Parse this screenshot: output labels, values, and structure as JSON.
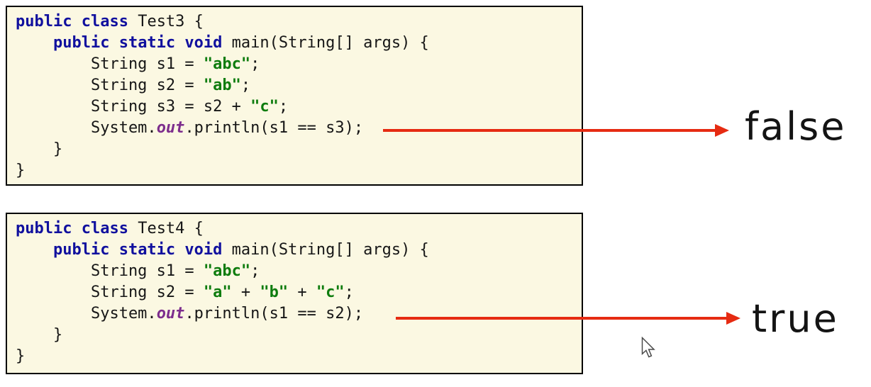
{
  "page": {
    "background": "#ffffff"
  },
  "colors": {
    "box_bg": "#fbf8e2",
    "box_border": "#000000",
    "token_plain": "#161616",
    "token_keyword": "#10109e",
    "token_string": "#0e7c0e",
    "token_field": "#7d2e8d",
    "arrow": "#e62b12",
    "result_text": "#141414"
  },
  "blocks": [
    {
      "class_name": "Test3",
      "result": "false",
      "lines": [
        [
          {
            "t": "public class",
            "s": "k"
          },
          {
            "t": " Test3 {",
            "s": "p"
          }
        ],
        [
          {
            "t": "    ",
            "s": "p"
          },
          {
            "t": "public static void",
            "s": "k"
          },
          {
            "t": " main(String[] args) {",
            "s": "p"
          }
        ],
        [
          {
            "t": "        String s1 = ",
            "s": "p"
          },
          {
            "t": "\"abc\"",
            "s": "s"
          },
          {
            "t": ";",
            "s": "p"
          }
        ],
        [
          {
            "t": "        String s2 = ",
            "s": "p"
          },
          {
            "t": "\"ab\"",
            "s": "s"
          },
          {
            "t": ";",
            "s": "p"
          }
        ],
        [
          {
            "t": "        String s3 = s2 + ",
            "s": "p"
          },
          {
            "t": "\"c\"",
            "s": "s"
          },
          {
            "t": ";",
            "s": "p"
          }
        ],
        [
          {
            "t": "        System.",
            "s": "p"
          },
          {
            "t": "out",
            "s": "f"
          },
          {
            "t": ".println(s1 == s3);",
            "s": "p"
          }
        ],
        [
          {
            "t": "    }",
            "s": "p"
          }
        ],
        [
          {
            "t": "}",
            "s": "p"
          }
        ]
      ]
    },
    {
      "class_name": "Test4",
      "result": "true",
      "lines": [
        [
          {
            "t": "public class",
            "s": "k"
          },
          {
            "t": " Test4 {",
            "s": "p"
          }
        ],
        [
          {
            "t": "    ",
            "s": "p"
          },
          {
            "t": "public static void",
            "s": "k"
          },
          {
            "t": " main(String[] args) {",
            "s": "p"
          }
        ],
        [
          {
            "t": "        String s1 = ",
            "s": "p"
          },
          {
            "t": "\"abc\"",
            "s": "s"
          },
          {
            "t": ";",
            "s": "p"
          }
        ],
        [
          {
            "t": "        String s2 = ",
            "s": "p"
          },
          {
            "t": "\"a\"",
            "s": "s"
          },
          {
            "t": " + ",
            "s": "p"
          },
          {
            "t": "\"b\"",
            "s": "s"
          },
          {
            "t": " + ",
            "s": "p"
          },
          {
            "t": "\"c\"",
            "s": "s"
          },
          {
            "t": ";",
            "s": "p"
          }
        ],
        [
          {
            "t": "        System.",
            "s": "p"
          },
          {
            "t": "out",
            "s": "f"
          },
          {
            "t": ".println(s1 == s2);",
            "s": "p"
          }
        ],
        [
          {
            "t": "    }",
            "s": "p"
          }
        ],
        [
          {
            "t": "}",
            "s": "p"
          }
        ]
      ]
    }
  ]
}
